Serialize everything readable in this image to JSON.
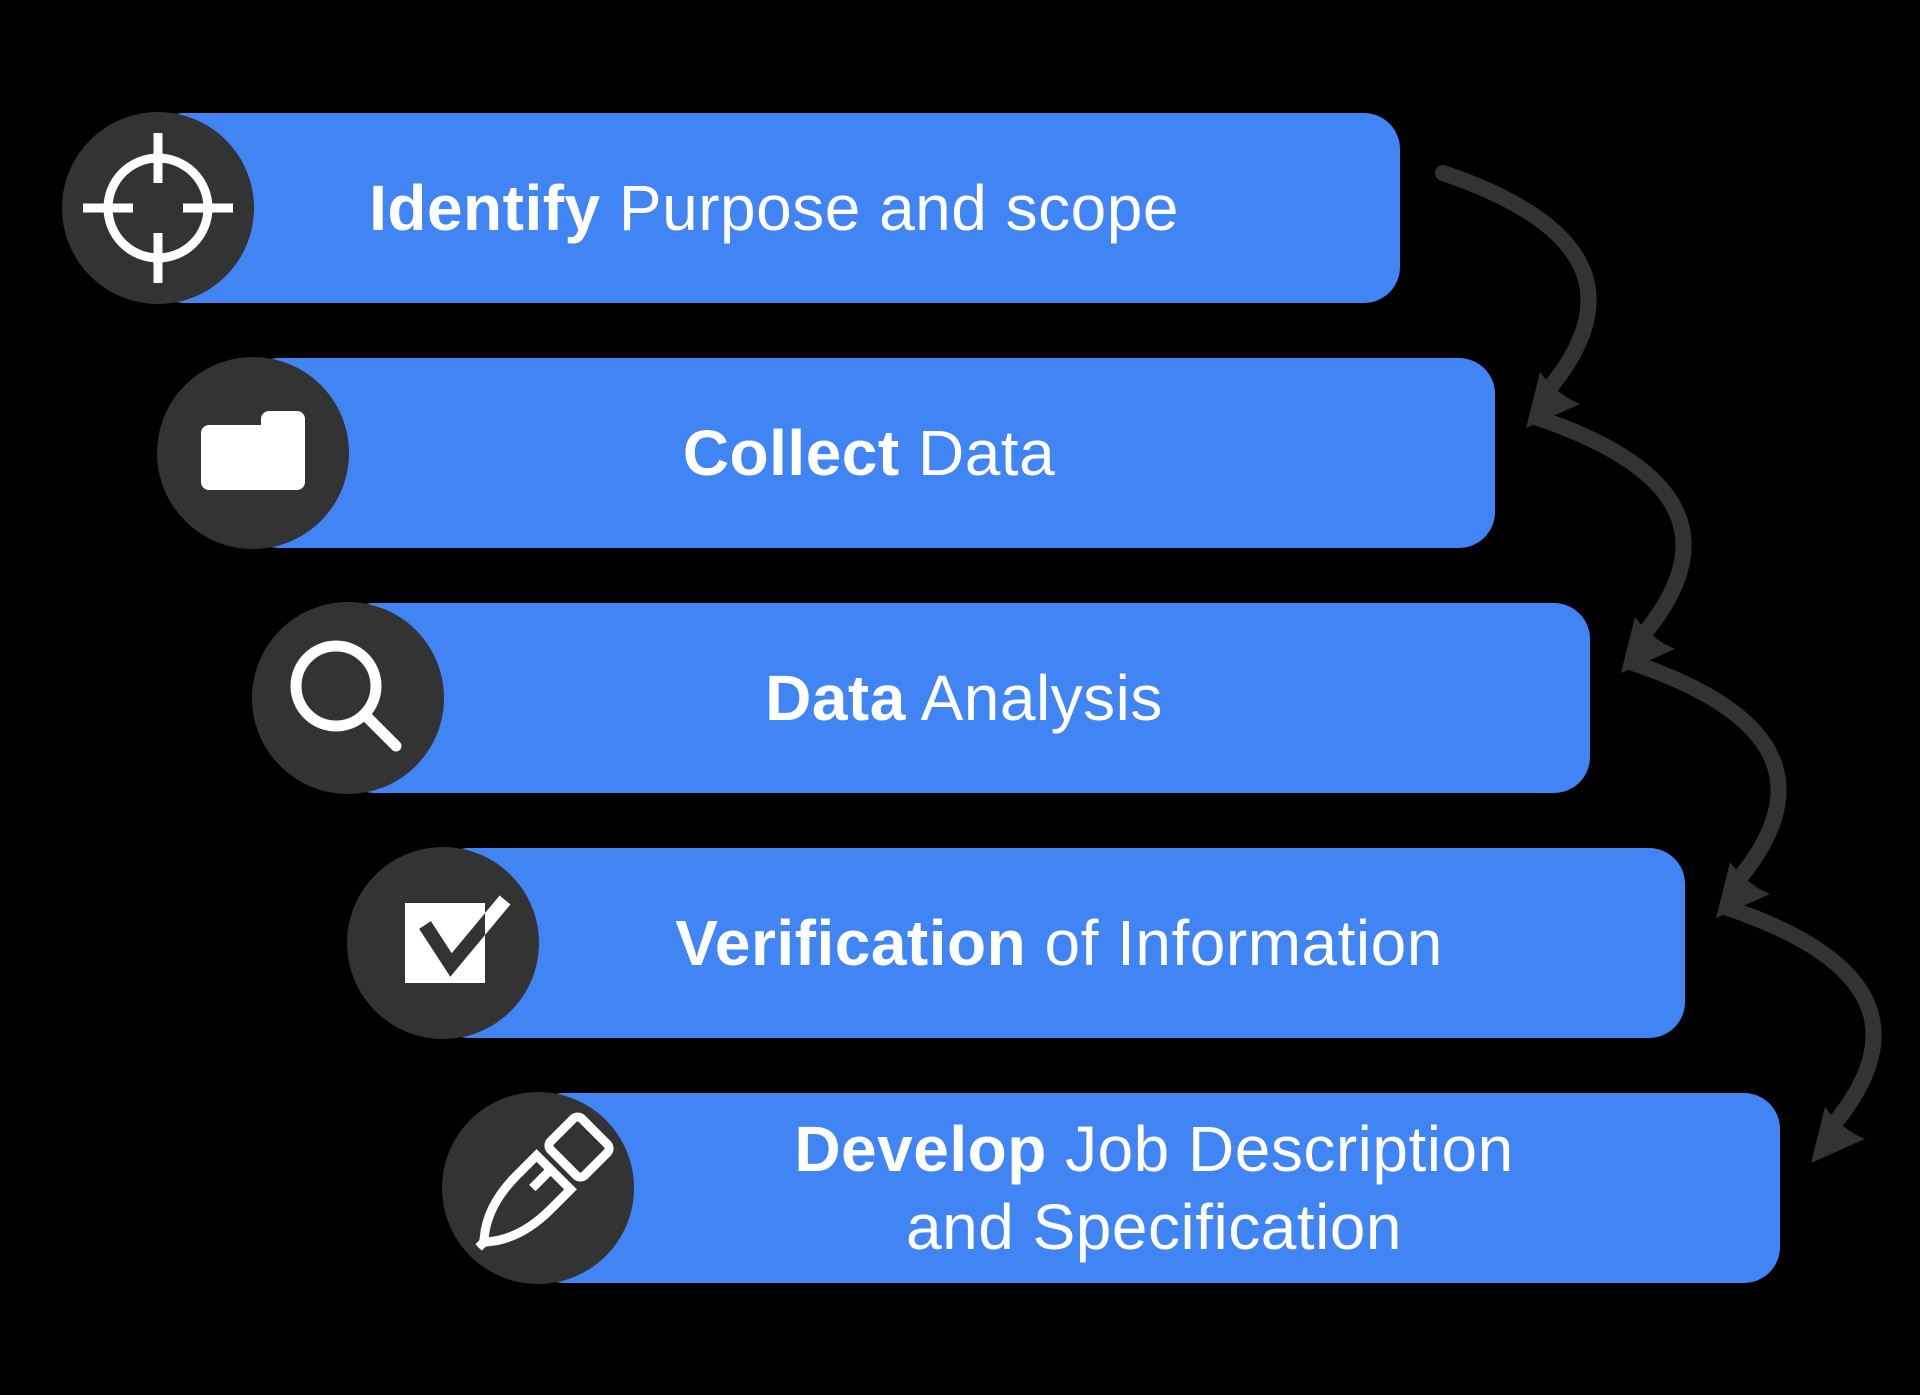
{
  "diagram": {
    "kind": "process-flow",
    "step_count": 5,
    "arrow_count": 4
  },
  "colors": {
    "background": "#000000",
    "bar_blue": "#4184f4",
    "circle_dark": "#333333",
    "arrow_dark": "#333333",
    "text_white": "#ffffff"
  },
  "steps": [
    {
      "bold": "Identify",
      "rest": " Purpose and scope",
      "icon": "target-icon"
    },
    {
      "bold": "Collect",
      "rest": " Data",
      "icon": "folder-icon"
    },
    {
      "bold": "Data",
      "rest": " Analysis",
      "icon": "magnifier-icon"
    },
    {
      "bold": "Verification",
      "rest": " of Information",
      "icon": "checkbox-icon"
    },
    {
      "bold": "Develop",
      "rest": " Job Description\nand Specification",
      "icon": "pen-icon"
    }
  ]
}
